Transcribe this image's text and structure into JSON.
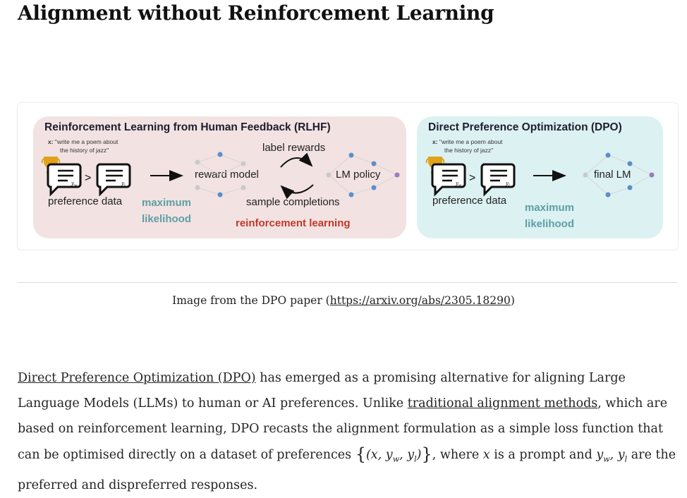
{
  "article": {
    "title": "Alignment without Reinforcement Learning"
  },
  "figure": {
    "rlhf": {
      "title": "Reinforcement Learning from Human Feedback (RLHF)",
      "prompt_x": "x:",
      "prompt_line1": " \"write me a poem about",
      "prompt_line2": "the history of jazz\"",
      "preference_data": "preference data",
      "ml_line1": "maximum",
      "ml_line2": "likelihood",
      "label_rewards": "label rewards",
      "reward_model": "reward model",
      "lm_policy": "LM policy",
      "sample_completions": "sample completions",
      "reinforcement_learning": "reinforcement learning",
      "yw": "y",
      "yw_sub": "w",
      "yl": "y",
      "yl_sub": "l"
    },
    "dpo": {
      "title": "Direct Preference Optimization (DPO)",
      "prompt_x": "x:",
      "prompt_line1": " \"write me a poem about",
      "prompt_line2": "the history of jazz\"",
      "preference_data": "preference data",
      "ml_line1": "maximum",
      "ml_line2": "likelihood",
      "final_lm": "final LM"
    },
    "colors": {
      "rlhf_bg": "#f2e2e2",
      "dpo_bg": "#dcf1f2",
      "teal_text": "#5e9ea6",
      "red_text": "#c0392b",
      "trophy": "#e0a21b",
      "node_blue": "#5b8fc9",
      "node_purple": "#9b7bb8",
      "node_gray": "#c9c9c9"
    }
  },
  "caption": {
    "prefix": "Image from the DPO paper (",
    "link": "https://arxiv.org/abs/2305.18290",
    "suffix": ")"
  },
  "paragraph": {
    "link1": "Direct Preference Optimization (DPO)",
    "t1": " has emerged as a promising alternative for aligning Large Language Models (LLMs) to human or AI preferences. Unlike ",
    "link2": "traditional alignment methods",
    "t2": ", which are based on reinforcement learning, DPO recasts the alignment formulation as a simple loss function that can be optimised directly on a dataset of preferences ",
    "math_set": "{(x, y_w, y_l)}",
    "t3": ", where ",
    "math_x": "x",
    "t4": " is a prompt and ",
    "math_ywyl": "y_w, y_l",
    "t5": " are the preferred and dispreferred responses."
  }
}
